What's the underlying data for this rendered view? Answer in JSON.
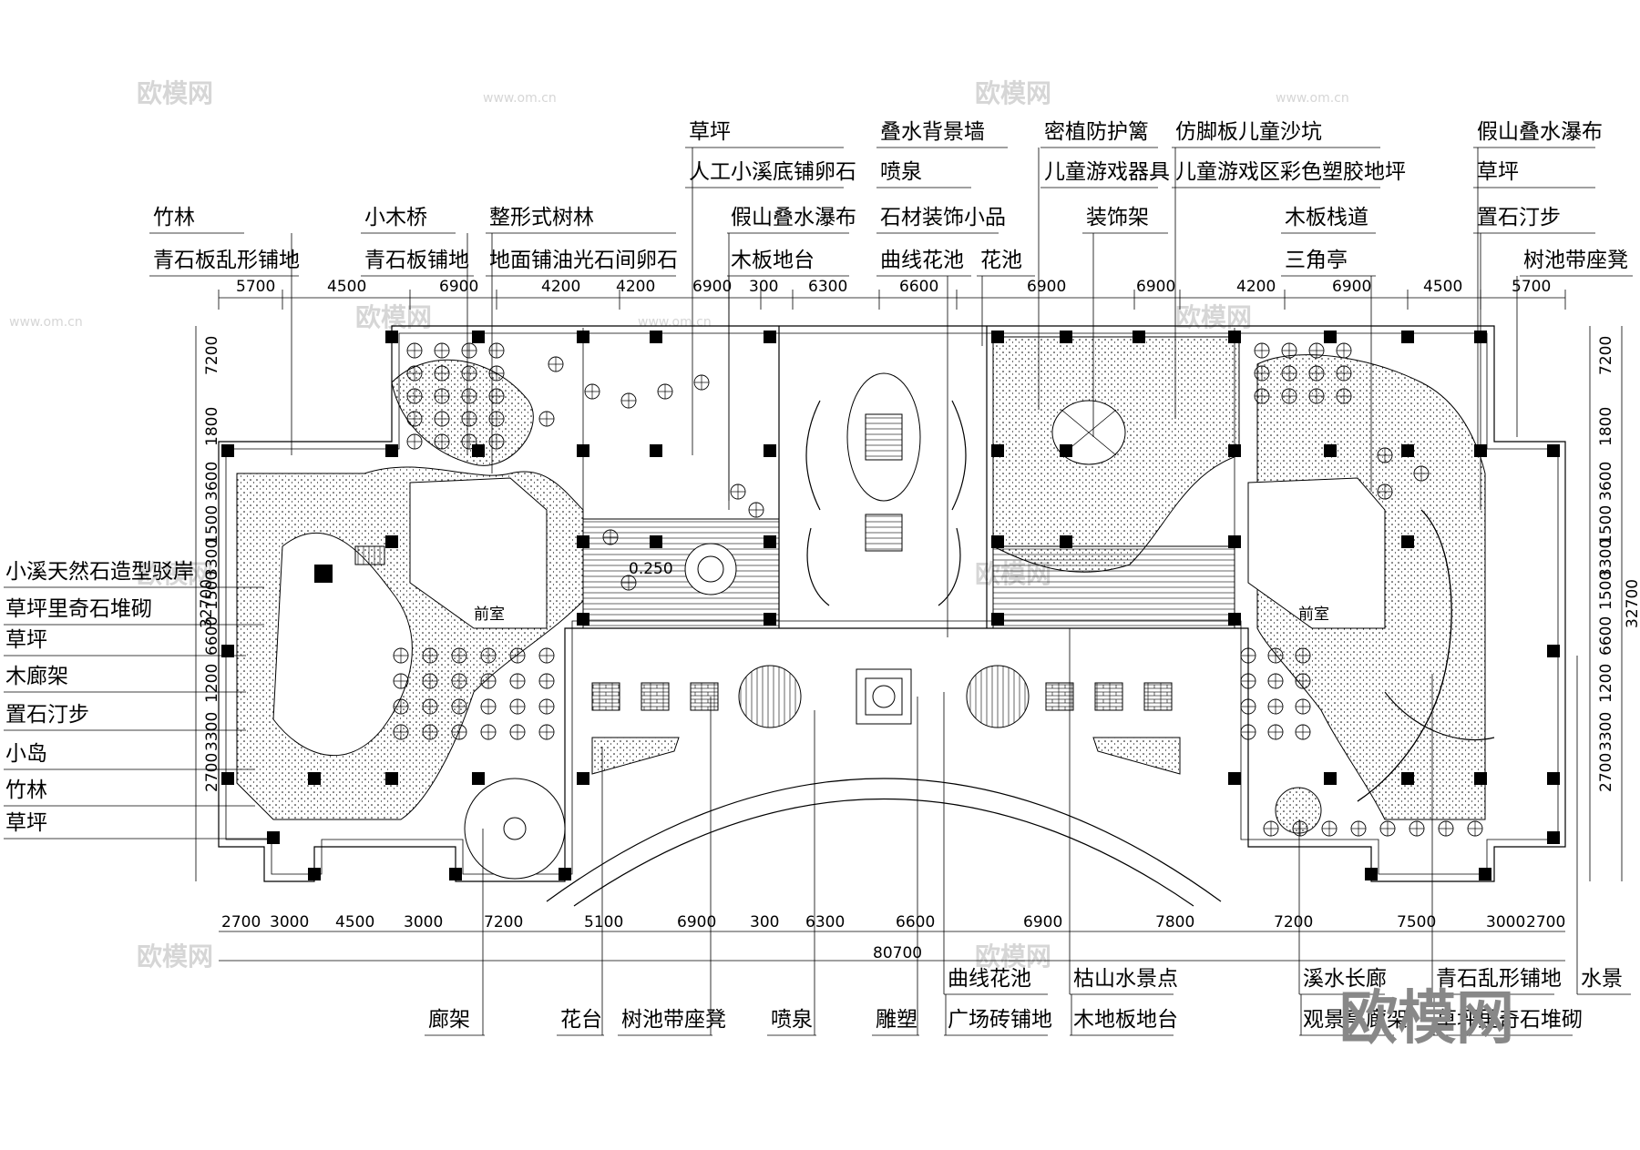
{
  "labels_top": {
    "r1": [
      "草坪",
      "叠水背景墙",
      "密植防护篱",
      "仿脚板儿童沙坑",
      "假山叠水瀑布"
    ],
    "r2": [
      "人工小溪底铺卵石",
      "喷泉",
      "儿童游戏器具",
      "儿童游戏区彩色塑胶地坪",
      "草坪"
    ],
    "r3": [
      "竹林",
      "小木桥",
      "整形式树林",
      "假山叠水瀑布",
      "石材装饰小品",
      "装饰架",
      "木板栈道",
      "置石汀步"
    ],
    "r4": [
      "青石板乱形铺地",
      "青石板铺地",
      "地面铺油光石间卵石",
      "木板地台",
      "曲线花池",
      "花池",
      "三角亭",
      "树池带座凳"
    ]
  },
  "labels_left": [
    "小溪天然石造型驳岸",
    "草坪里奇石堆砌",
    "草坪",
    "木廊架",
    "置石汀步",
    "小岛",
    "竹林",
    "草坪"
  ],
  "labels_bottom": {
    "r1": [
      "曲线花池",
      "枯山水景点",
      "溪水长廊",
      "青石乱形铺地",
      "水景"
    ],
    "r2": [
      "廊架",
      "花台",
      "树池带座凳",
      "喷泉",
      "雕塑",
      "广场砖铺地",
      "木地板地台",
      "观景亭廊架",
      "草坪里奇石堆砌"
    ]
  },
  "dims_top": [
    "5700",
    "4500",
    "6900",
    "4200",
    "4200",
    "6900",
    "300",
    "6300",
    "6600",
    "6900",
    "6900",
    "4200",
    "6900",
    "4500",
    "5700"
  ],
  "dims_bottom": [
    "2700",
    "3000",
    "4500",
    "3000",
    "7200",
    "5100",
    "6900",
    "300",
    "6300",
    "6600",
    "6900",
    "7800",
    "7200",
    "7500",
    "3000",
    "2700"
  ],
  "dim_total": "80700",
  "dims_left": [
    "7200",
    "1800",
    "3600",
    "1500",
    "3300",
    "1500",
    "6600",
    "1200",
    "3300",
    "2700"
  ],
  "dims_right": [
    "7200",
    "1800",
    "3600",
    "1500",
    "3300",
    "1500",
    "6600",
    "1200",
    "3300",
    "2700"
  ],
  "dim_side_total": "32700",
  "inner_text": [
    "0.250",
    "前室",
    "前室"
  ],
  "watermark": {
    "brand": "欧模网",
    "url": "www.om.cn",
    "logo": "欧模网"
  }
}
